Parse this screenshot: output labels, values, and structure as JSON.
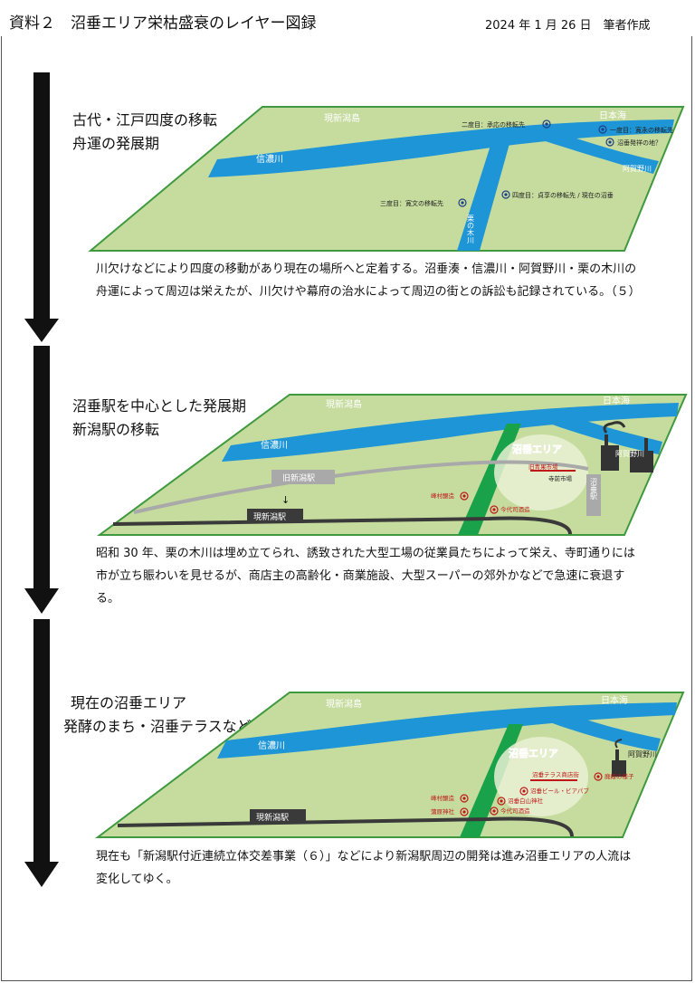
{
  "header": {
    "title": "資料２　沼垂エリア栄枯盛衰のレイヤー図録",
    "date": "2024 年 1 月 26 日　筆者作成"
  },
  "sections": [
    {
      "title_line1": "古代・江戸四度の移転",
      "title_line2": "舟運の発展期",
      "labels": {
        "island": "現新潟島",
        "sea": "日本海",
        "shinano": "信濃川",
        "agano": "阿賀野川",
        "kurinoki": "栗の木川",
        "move2": "二度目：承応の移転先",
        "move1": "一度目：寛永の移転先",
        "origin": "沼垂発祥の地？",
        "move3": "三度目：寛文の移転先",
        "move4": "四度目：貞享の移転先 / 現在の沼垂"
      },
      "desc": "川欠けなどにより四度の移動があり現在の場所へと定着する。沼垂湊・信濃川・阿賀野川・栗の木川の舟運によって周辺は栄えたが、川欠けや幕府の治水によって周辺の街との訴訟も記録されている。（５）"
    },
    {
      "title_line1": "沼垂駅を中心とした発展期",
      "title_line2": "新潟駅の移転",
      "labels": {
        "island": "現新潟島",
        "sea": "日本海",
        "shinano": "信濃川",
        "agano": "阿賀野川",
        "area": "沼垂エリア",
        "old_station": "旧新潟駅",
        "arrow": "↓",
        "station": "現新潟駅",
        "market_old": "旧青果市場",
        "market": "寺前市場",
        "nuttari_station": "沼垂駅",
        "brewery1": "峰村醸造",
        "brewery2": "今代司酒造"
      },
      "desc": "昭和 30 年、栗の木川は埋め立てられ、誘致された大型工場の従業員たちによって栄え、寺町通りには市が立ち賑わいを見せるが、商店主の高齢化・商業施設、大型スーパーの郊外かなどで急速に衰退する。"
    },
    {
      "title_line1": "現在の沼垂エリア",
      "title_line2": "発酵のまち・沼垂テラスなど",
      "labels": {
        "island": "現新潟島",
        "sea": "日本海",
        "shinano": "信濃川",
        "agano": "阿賀野川",
        "area": "沼垂エリア",
        "terrace": "沼垂テラス商店街",
        "beer": "沼垂ビール・ビアパブ",
        "shrine1": "沼垂白山神社",
        "brewery2": "今代司酒造",
        "brewery1": "峰村醸造",
        "shrine2": "蒲原神社",
        "factory": "廃線の様子",
        "station": "現新潟駅"
      },
      "desc": "現在も「新潟駅付近連続立体交差事業（６）」などにより新潟駅周辺の開発は進み沼垂エリアの人流は変化してゆく。"
    }
  ],
  "colors": {
    "land": "#c6dc9e",
    "land_stroke": "#3f9a3f",
    "river": "#1d95d6",
    "green_band": "#19a24a",
    "rail_dark": "#3a3a3a",
    "rail_gray": "#a9a9a9",
    "marker_red": "#c01818",
    "area_text": "#f08a12",
    "marker_blue": "#1f3f86"
  }
}
